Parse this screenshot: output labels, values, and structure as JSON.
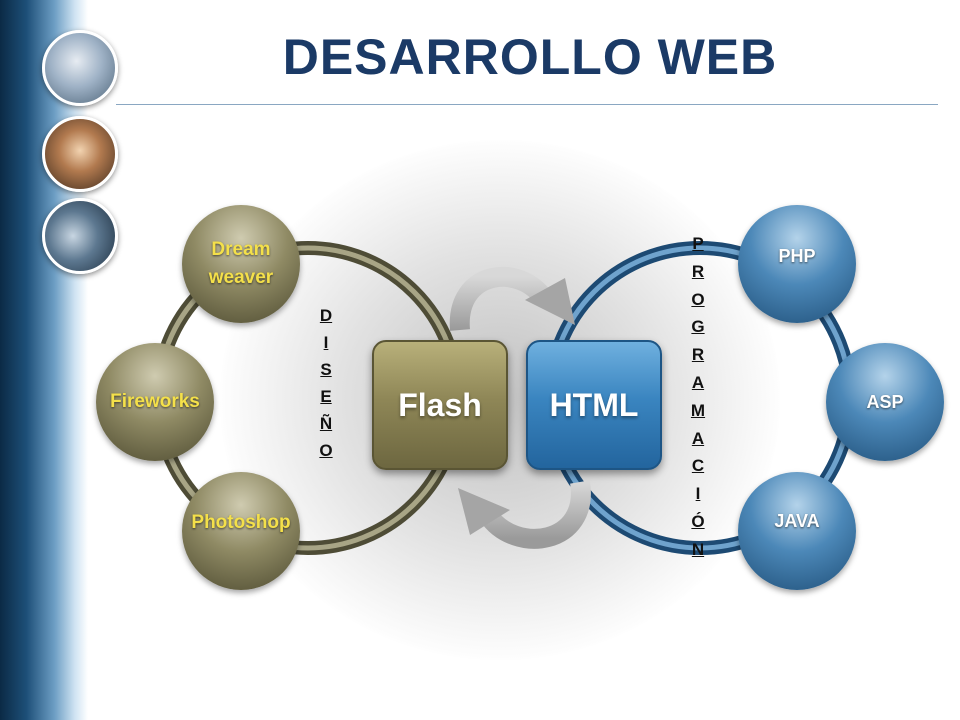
{
  "title": "DESARROLLO WEB",
  "sidebar": {
    "photos": [
      "office-photo",
      "business-people-photo",
      "walking-people-photo"
    ]
  },
  "center": {
    "left_box": "Flash",
    "right_box": "HTML"
  },
  "design": {
    "vertical_label": "DISEÑO",
    "tools": [
      "Dream\nweaver",
      "Fireworks",
      "Photoshop"
    ]
  },
  "programming": {
    "vertical_label": "PROGRAMACIÓN",
    "languages": [
      "PHP",
      "ASP",
      "JAVA"
    ]
  },
  "colors": {
    "title": "#1b3a66",
    "design_accent": "#8f8a64",
    "design_text": "#f4e04a",
    "programming_accent": "#3a85c0"
  }
}
